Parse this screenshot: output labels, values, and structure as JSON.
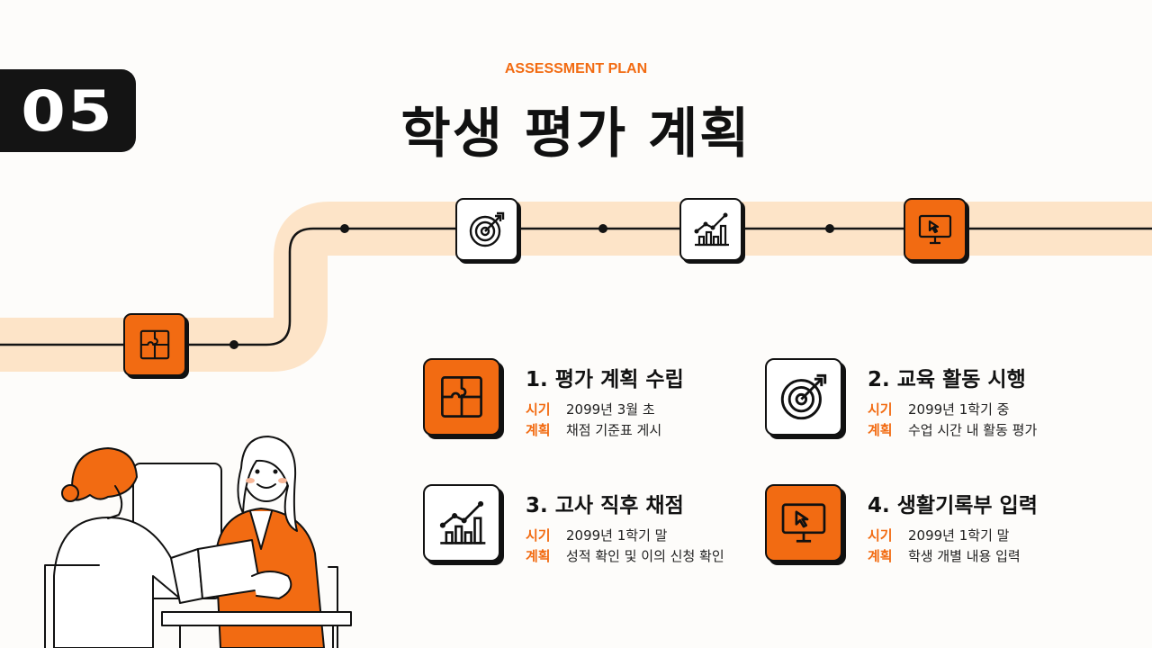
{
  "section_number": "05",
  "header": {
    "subtitle": "ASSESSMENT PLAN",
    "title": "학생 평가 계획"
  },
  "colors": {
    "accent": "#f26b12",
    "road": "#fde4c8",
    "dark": "#141414"
  },
  "timeline": {
    "nodes": [
      {
        "icon": "puzzle-icon",
        "style": "orange"
      },
      {
        "icon": "target-icon",
        "style": "white"
      },
      {
        "icon": "chart-icon",
        "style": "white"
      },
      {
        "icon": "monitor-icon",
        "style": "orange"
      }
    ]
  },
  "steps": [
    {
      "title": "1. 평가 계획 수립",
      "icon": "puzzle-icon",
      "rows": [
        {
          "label": "시기",
          "value": "2099년 3월 초"
        },
        {
          "label": "계획",
          "value": "채점 기준표 게시"
        }
      ]
    },
    {
      "title": "2. 교육 활동 시행",
      "icon": "target-icon",
      "rows": [
        {
          "label": "시기",
          "value": "2099년 1학기 중"
        },
        {
          "label": "계획",
          "value": "수업 시간 내 활동 평가"
        }
      ]
    },
    {
      "title": "3. 고사 직후 채점",
      "icon": "chart-icon",
      "rows": [
        {
          "label": "시기",
          "value": "2099년 1학기 말"
        },
        {
          "label": "계획",
          "value": "성적 확인 및 이의 신청 확인"
        }
      ]
    },
    {
      "title": "4. 생활기록부 입력",
      "icon": "monitor-icon",
      "rows": [
        {
          "label": "시기",
          "value": "2099년 1학기 말"
        },
        {
          "label": "계획",
          "value": "학생 개별 내용 입력"
        }
      ]
    }
  ]
}
